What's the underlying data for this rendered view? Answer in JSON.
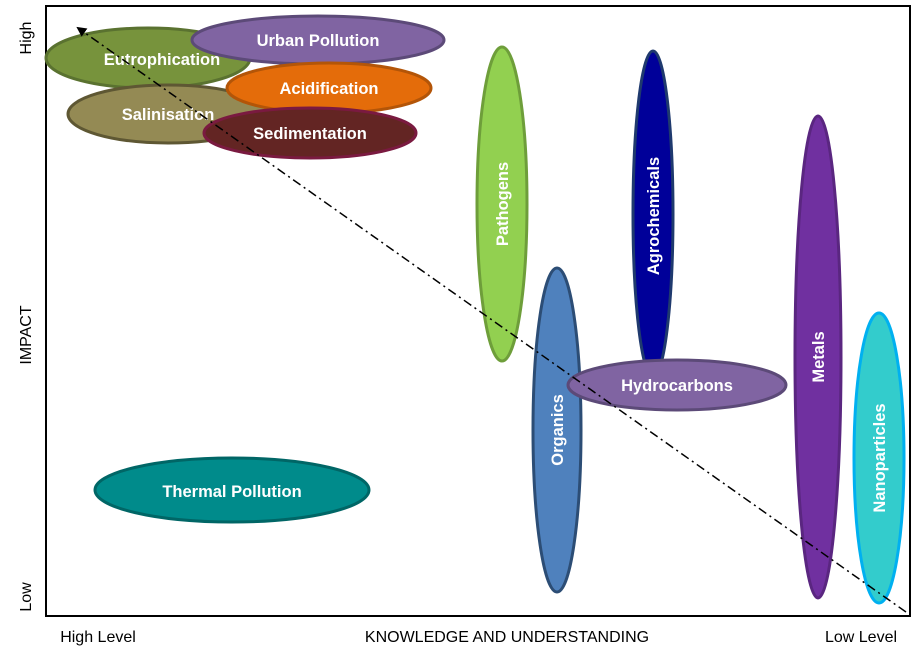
{
  "axes": {
    "y_label": "IMPACT",
    "y_high": "High",
    "y_low": "Low",
    "x_label": "KNOWLEDGE AND UNDERSTANDING",
    "x_left": "High Level",
    "x_right": "Low Level"
  },
  "items": [
    {
      "key": "eutrophication",
      "label": "Eutrophication",
      "fill": "#77933C",
      "stroke": "#5A7230"
    },
    {
      "key": "salinisation",
      "label": "Salinisation",
      "fill": "#948A54",
      "stroke": "#5E5733"
    },
    {
      "key": "urban",
      "label": "Urban Pollution",
      "fill": "#8064A2",
      "stroke": "#5C4A78"
    },
    {
      "key": "acidification",
      "label": "Acidification",
      "fill": "#E46C0A",
      "stroke": "#B35508"
    },
    {
      "key": "sedimentation",
      "label": "Sedimentation",
      "fill": "#632523",
      "stroke": "#7A1A40"
    },
    {
      "key": "pathogens",
      "label": "Pathogens",
      "fill": "#92D050",
      "stroke": "#6E9E3A"
    },
    {
      "key": "agrochemicals",
      "label": "Agrochemicals",
      "fill": "#000099",
      "stroke": "#1F3A6E"
    },
    {
      "key": "organics",
      "label": "Organics",
      "fill": "#4F81BD",
      "stroke": "#2C4D75"
    },
    {
      "key": "hydrocarbons",
      "label": "Hydrocarbons",
      "fill": "#8064A2",
      "stroke": "#5C4A78"
    },
    {
      "key": "metals",
      "label": "Metals",
      "fill": "#7030A0",
      "stroke": "#5A2680"
    },
    {
      "key": "nanoparticles",
      "label": "Nanoparticles",
      "fill": "#33CCCC",
      "stroke": "#00B0F0"
    },
    {
      "key": "thermal",
      "label": "Thermal Pollution",
      "fill": "#008B8B",
      "stroke": "#006666"
    }
  ]
}
